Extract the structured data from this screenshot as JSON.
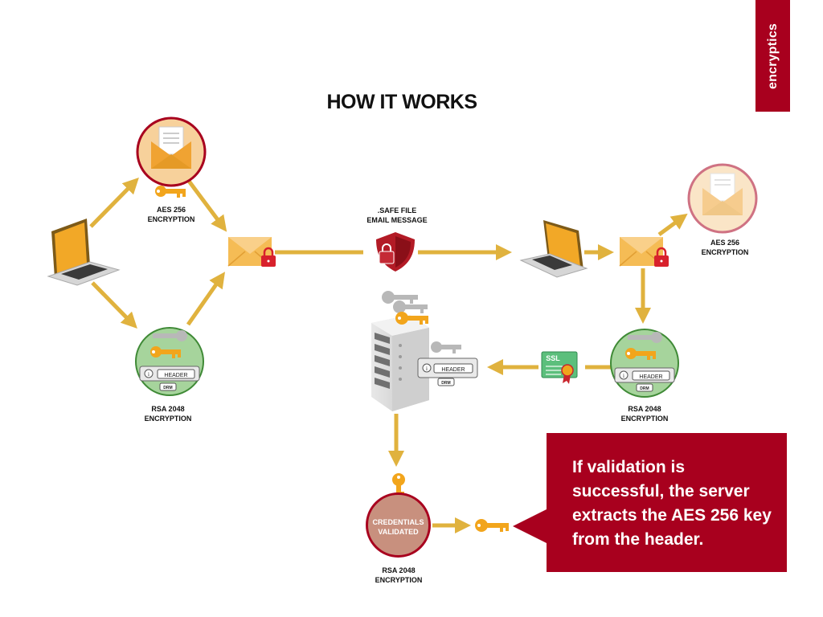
{
  "brand": "encryptics",
  "title": "HOW IT WORKS",
  "labels": {
    "aes_top_left": [
      "AES 256",
      "ENCRYPTION"
    ],
    "rsa_bottom_left": [
      "RSA 2048",
      "ENCRYPTION"
    ],
    "safe_file": [
      ".SAFE FILE",
      "EMAIL MESSAGE"
    ],
    "aes_right": [
      "AES 256",
      "ENCRYPTION"
    ],
    "rsa_right": [
      "RSA 2048",
      "ENCRYPTION"
    ],
    "rsa_bottom": [
      "RSA 2048",
      "ENCRYPTION"
    ]
  },
  "badges": {
    "header": "HEADER",
    "drm": "DRM",
    "ssl": "SSL",
    "info": "i"
  },
  "credentials": [
    "CREDENTIALS",
    "VALIDATED"
  ],
  "callout": "If validation is successful, the server extracts the AES 256 key from the header.",
  "colors": {
    "brand": "#a8001e",
    "arrow": "#e0b23e",
    "key": "#f2a51c",
    "envelope": "#f3b54a",
    "green_circle": "#a6d49c",
    "orange_circle": "#f7d19b"
  }
}
